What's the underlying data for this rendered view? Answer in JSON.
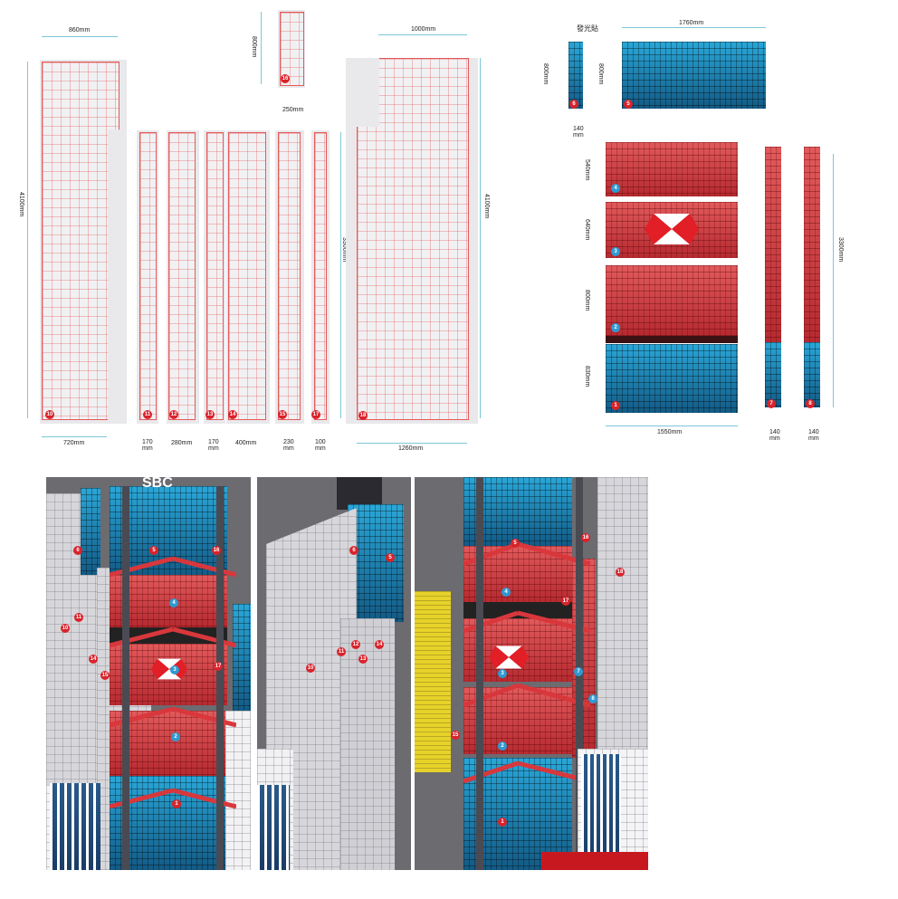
{
  "header": {
    "luminous_label": "發光貼"
  },
  "panels": {
    "p10": {
      "num": "10",
      "width_label": "860mm",
      "bottom_label": "720mm",
      "height_label": "4100mm"
    },
    "p16": {
      "num": "16",
      "height_label": "800mm",
      "width_label": "250mm"
    },
    "p11": {
      "num": "11",
      "width_label": "170\nmm"
    },
    "p12": {
      "num": "12",
      "width_label": "280mm"
    },
    "p13": {
      "num": "13",
      "width_label": "170\nmm"
    },
    "p14": {
      "num": "14",
      "width_label": "400mm"
    },
    "p15": {
      "num": "15",
      "width_label": "230\nmm"
    },
    "p17": {
      "num": "17",
      "width_label": "100\nmm"
    },
    "p18": {
      "num": "18",
      "top_label": "1000mm",
      "bottom_label": "1260mm",
      "height_label": "4100mm"
    },
    "mid_height_label": "3300mm"
  },
  "right_panels": {
    "p6": {
      "num": "6",
      "height_label": "800mm",
      "width_label": "140\nmm"
    },
    "p5": {
      "num": "5",
      "height_label": "800mm",
      "width_label": "1760mm"
    },
    "p4": {
      "num": "4",
      "height_label": "540mm"
    },
    "p3": {
      "num": "3",
      "height_label": "640mm"
    },
    "p2": {
      "num": "2",
      "height_label": "800mm"
    },
    "p1": {
      "num": "1",
      "height_label": "830mm",
      "width_label": "1550mm"
    },
    "p7": {
      "num": "7",
      "width_label": "140\nmm"
    },
    "p8": {
      "num": "8",
      "width_label": "140\nmm"
    },
    "towers_height_label": "3300mm"
  },
  "scene1": {
    "logo": "SBC",
    "labels": [
      "6",
      "5",
      "16",
      "11",
      "10",
      "14",
      "15",
      "17",
      "4",
      "3",
      "2",
      "1"
    ]
  },
  "scene2": {
    "labels": [
      "6",
      "5",
      "10",
      "11",
      "12",
      "13",
      "14"
    ]
  },
  "scene3": {
    "labels": [
      "5",
      "16",
      "18",
      "4",
      "17",
      "3",
      "7",
      "8",
      "15",
      "2",
      "1"
    ]
  },
  "colors": {
    "accent_red": "#d9232b",
    "label_blue": "#2f9ad3",
    "guide": "#7fc6d8",
    "grid": "#e35a5a"
  }
}
